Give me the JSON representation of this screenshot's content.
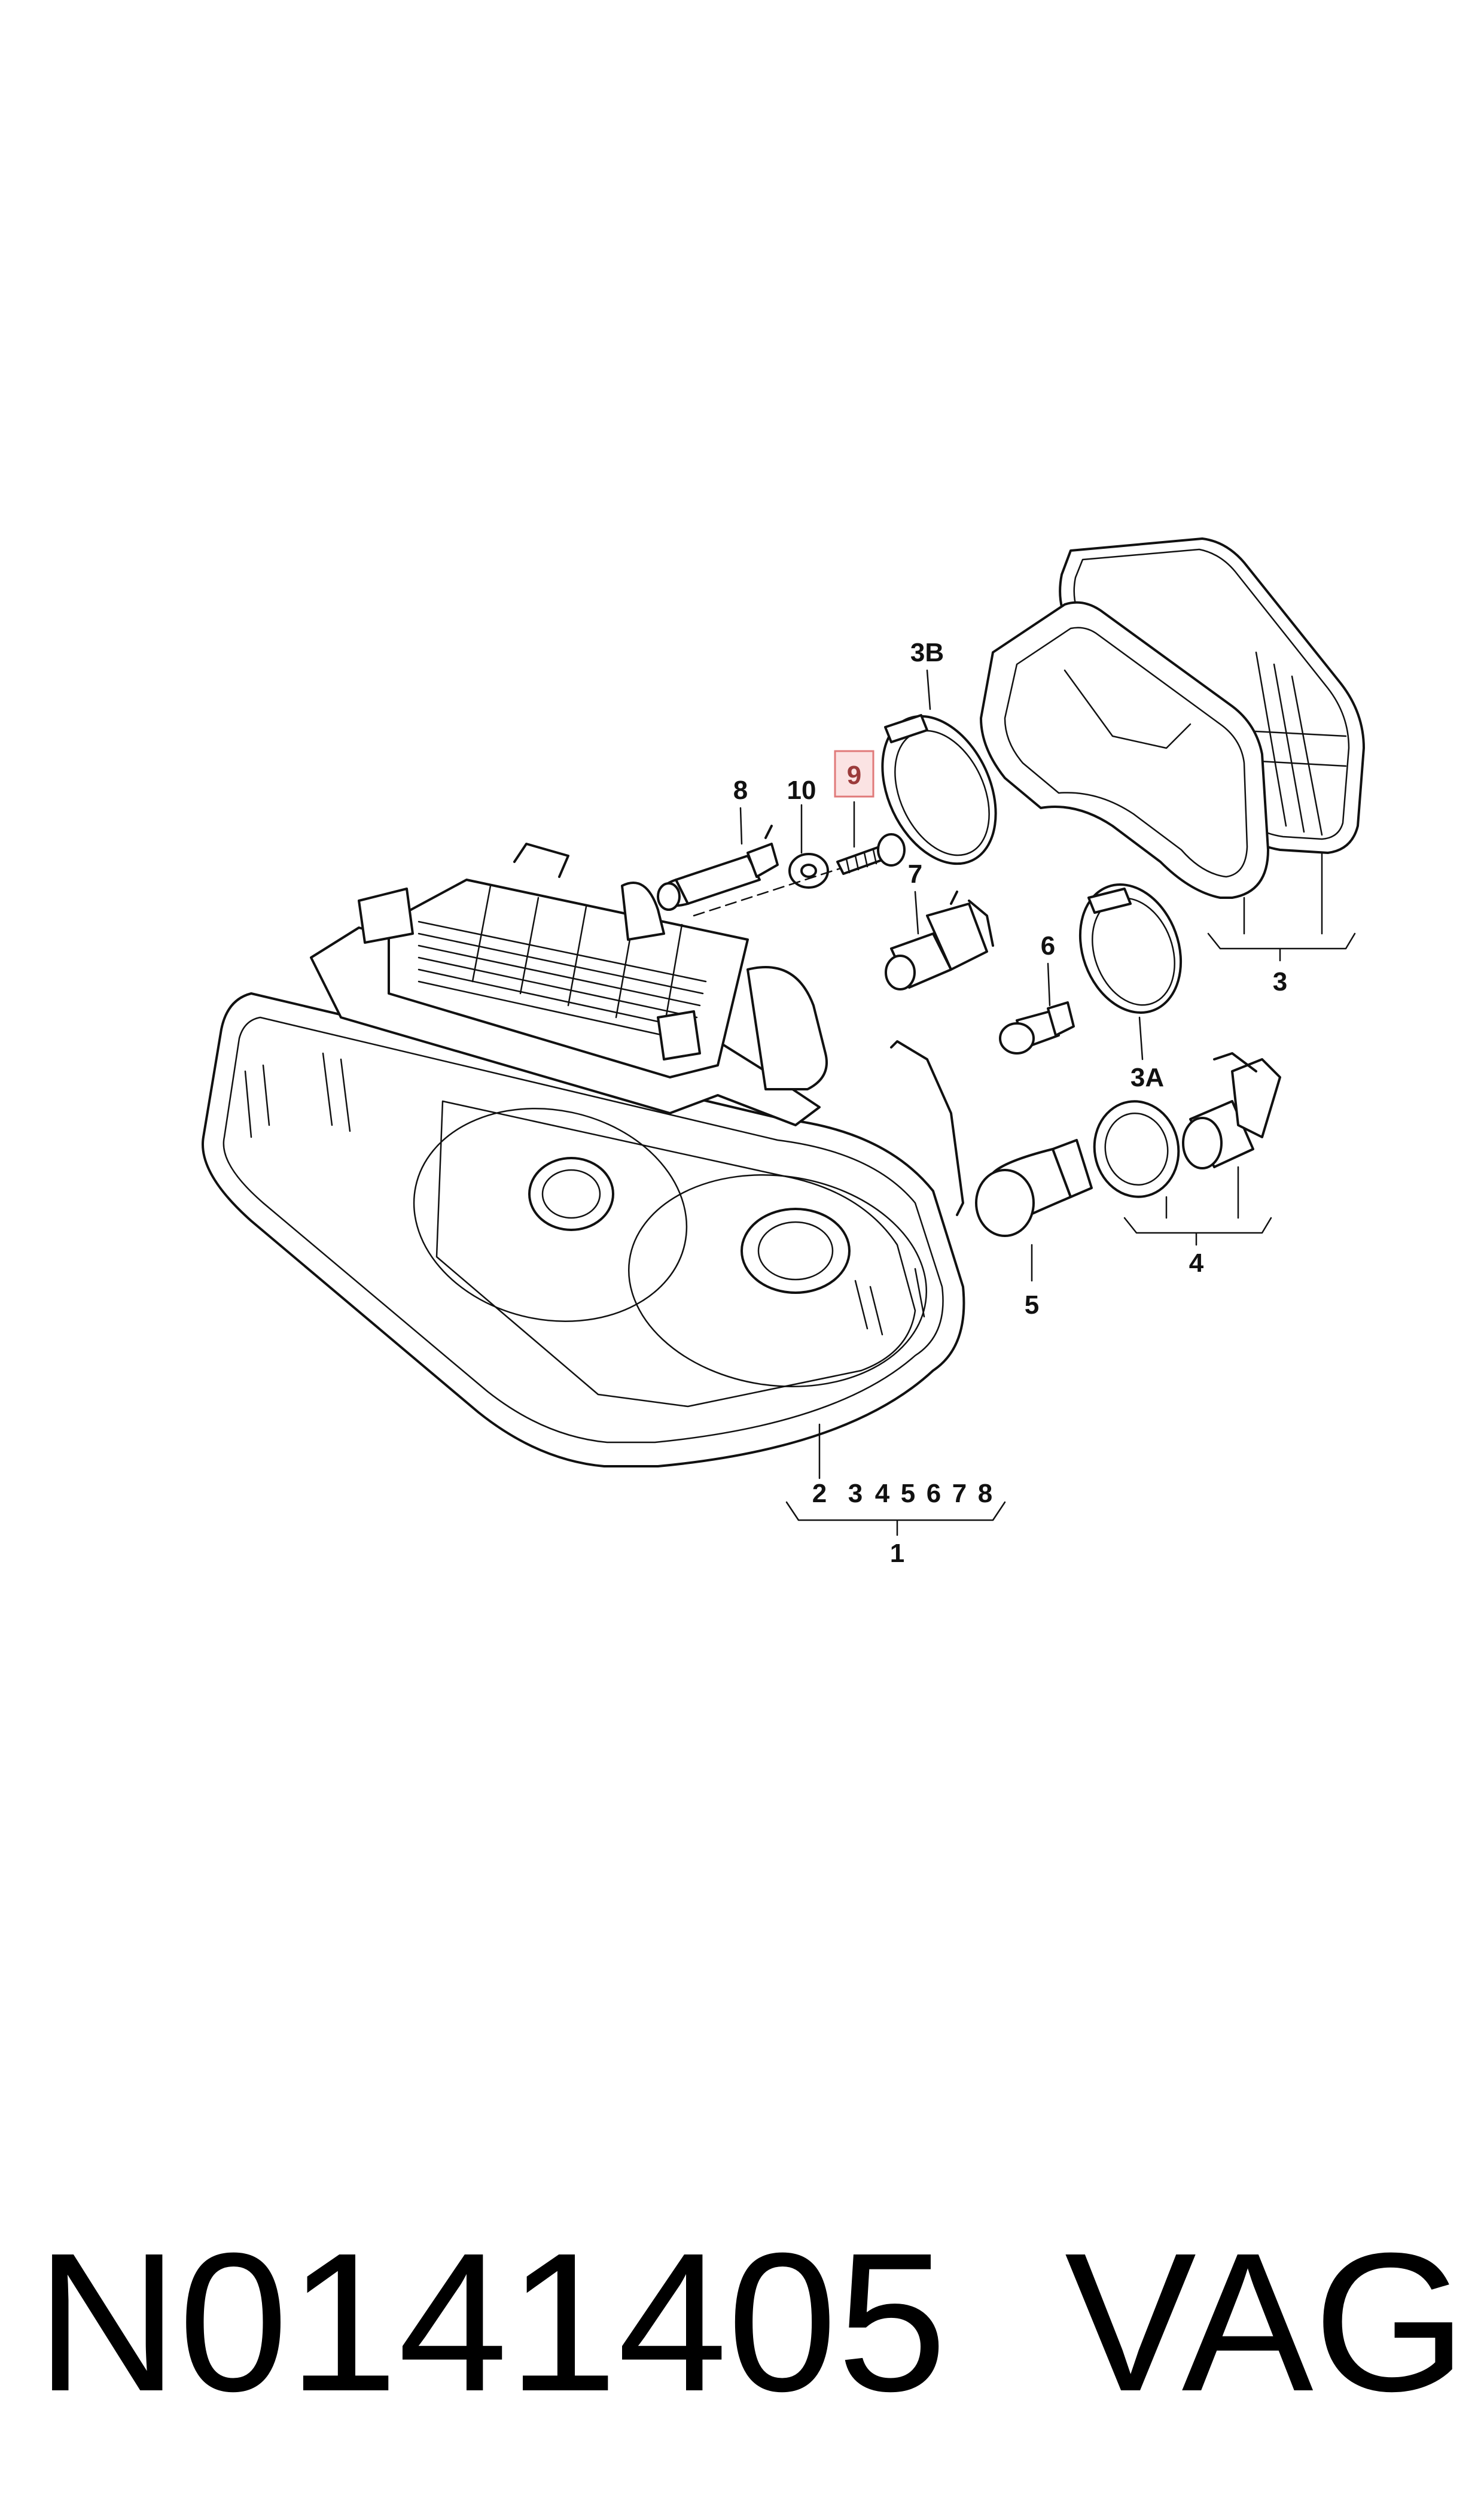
{
  "callouts": {
    "c1": "1",
    "c2": "2",
    "c3": "3",
    "c3A": "3A",
    "c3B": "3B",
    "c4": "4",
    "c5": "5",
    "c6": "6",
    "c7": "7",
    "c8": "8",
    "c9": "9",
    "c10": "10",
    "group1_items": [
      "3",
      "4",
      "5",
      "6",
      "7",
      "8"
    ]
  },
  "highlight": {
    "color": "#e07a7a",
    "fill": "#fbe3e3"
  },
  "footer": {
    "part_number": "N0141405",
    "brand": "VAG"
  }
}
